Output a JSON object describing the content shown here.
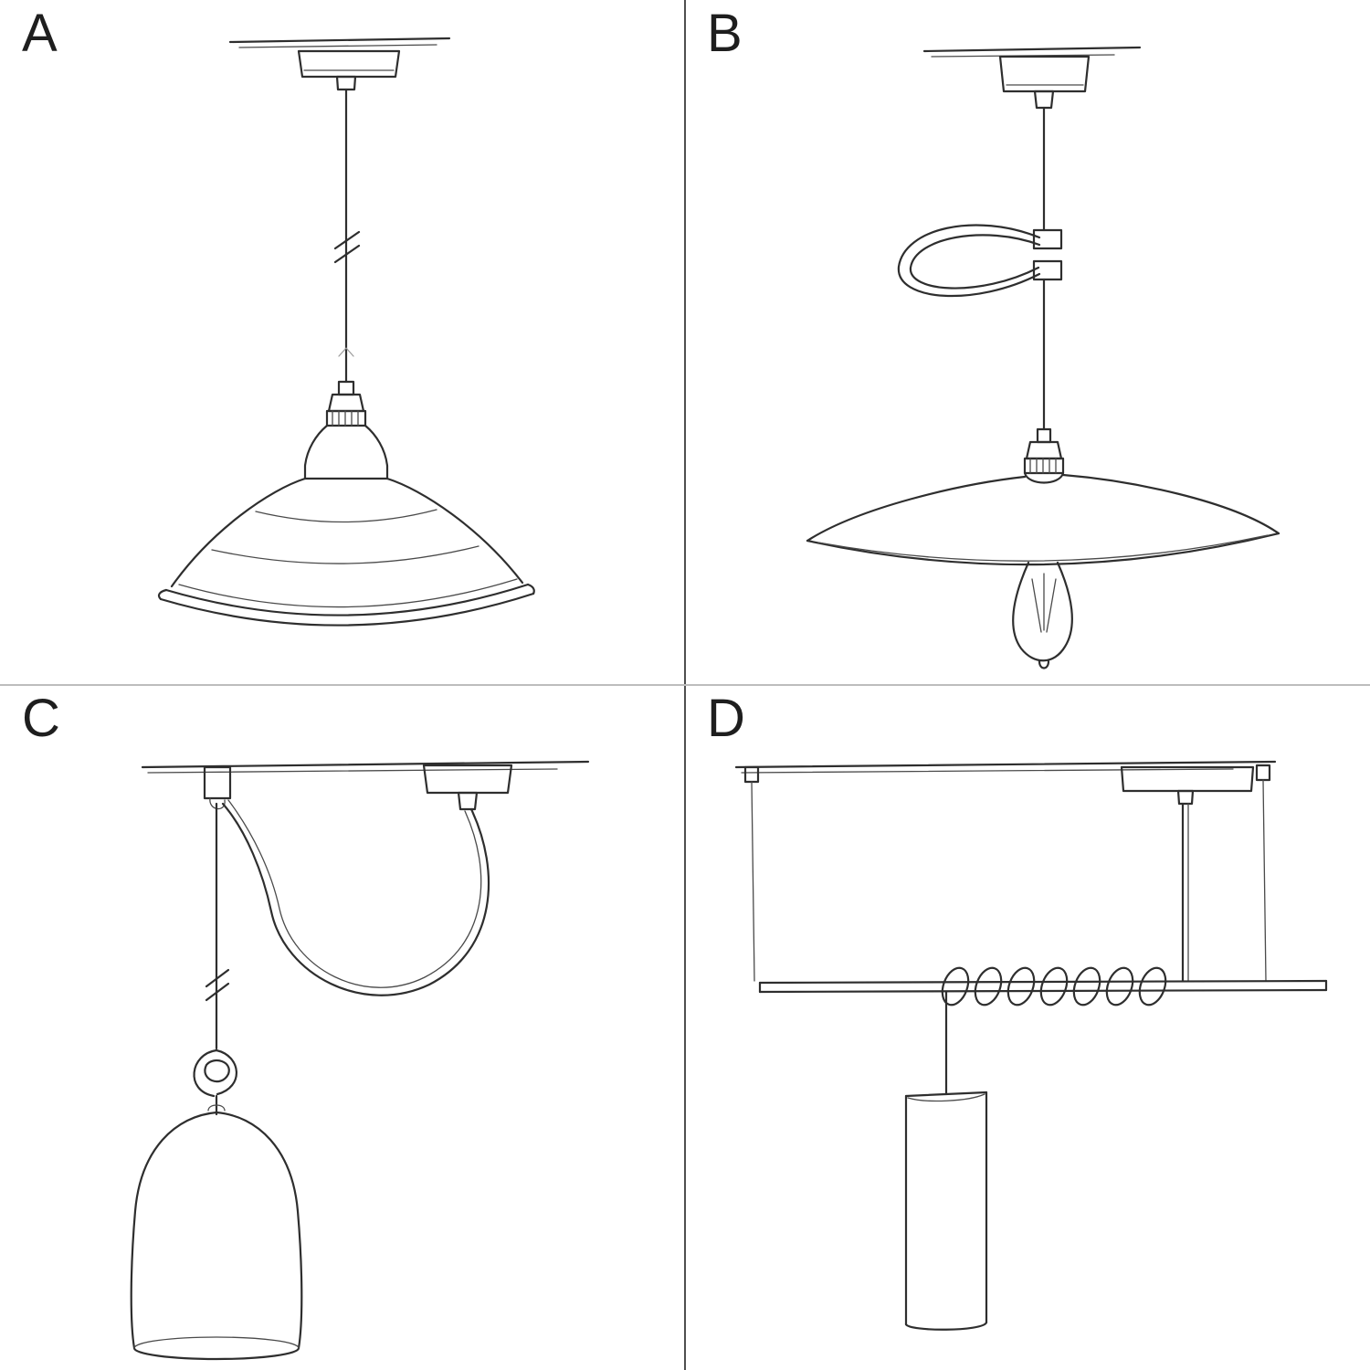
{
  "page": {
    "title": "Pendant lamp suspension options sketch",
    "background": "#ffffff",
    "ink_color": "#2e2e2e"
  },
  "panels": [
    {
      "label": "A",
      "name": "straight-drop-pendant-with-industrial-shade"
    },
    {
      "label": "B",
      "name": "pendant-with-cable-tie-loop-and-flat-plate-shade-with-bulb"
    },
    {
      "label": "C",
      "name": "swag-hook-pendant-with-cable-knot-and-bell-shade"
    },
    {
      "label": "D",
      "name": "bar-suspension-with-coiled-cable-and-tube-shade"
    }
  ],
  "dividers": {
    "vertical_color": "#4f4f4f",
    "horizontal_color": "#bdbdbd"
  }
}
